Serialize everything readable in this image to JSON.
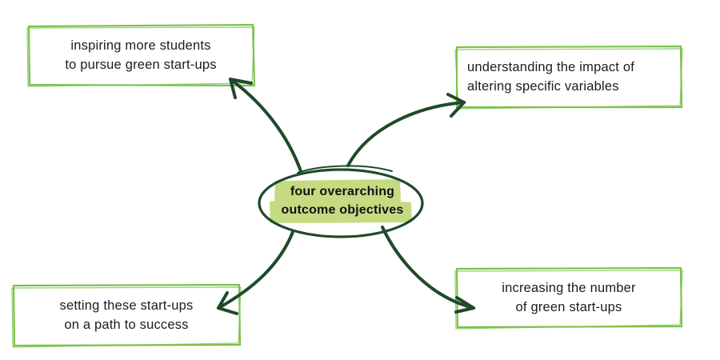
{
  "colors": {
    "box_border": "#7cc24c",
    "arrow": "#1f4a2a",
    "highlight": "#c5db82",
    "text": "#1c1c1c"
  },
  "center": {
    "line1": "four overarching",
    "line2": "outcome objectives"
  },
  "objectives": {
    "top_left": {
      "line1": "inspiring more students",
      "line2": "to pursue green start-ups"
    },
    "top_right": {
      "line1": "understanding the impact of",
      "line2": "altering specific variables"
    },
    "bottom_left": {
      "line1": "setting these start-ups",
      "line2": "on a path to success"
    },
    "bottom_right": {
      "line1": "increasing the number",
      "line2": "of green start-ups"
    }
  }
}
